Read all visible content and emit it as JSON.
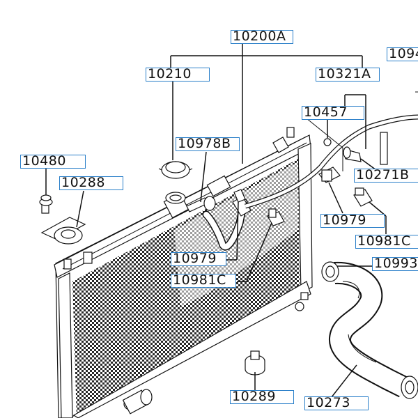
{
  "labels": {
    "p10200A": "10200A",
    "p10210": "10210",
    "p10321A": "10321A",
    "p10457": "10457",
    "p1094x": "1094",
    "p10978B": "10978B",
    "p10480": "10480",
    "p10288": "10288",
    "p10271B": "10271B",
    "p10979_right": "10979",
    "p10981C_right": "10981C",
    "p10993": "10993",
    "p10979_left": "10979",
    "p10981C_left": "10981C",
    "p10289": "10289",
    "p10273": "10273"
  },
  "colors": {
    "label_border": "#2a7fc9",
    "line": "#111111",
    "background": "#ffffff"
  }
}
